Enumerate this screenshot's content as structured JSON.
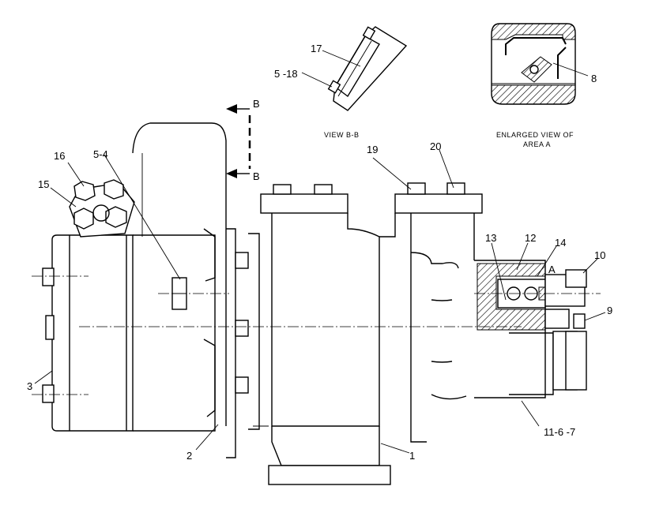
{
  "callouts": {
    "c1": "1",
    "c2": "2",
    "c3": "3",
    "c5_4": "5-4",
    "c5_18": "5 -18",
    "c8": "8",
    "c9": "9",
    "c10": "10",
    "c11_6_7": "11-6 -7",
    "c12": "12",
    "c13": "13",
    "c14": "14",
    "c15": "15",
    "c16": "16",
    "c17": "17",
    "c19": "19",
    "c20": "20"
  },
  "section_marks": {
    "top": "B",
    "bottom": "B",
    "area": "A"
  },
  "captions": {
    "view_bb": "VIEW B-B",
    "enlarged_line1": "ENLARGED  VIEW  OF",
    "enlarged_line2": "AREA  A"
  }
}
